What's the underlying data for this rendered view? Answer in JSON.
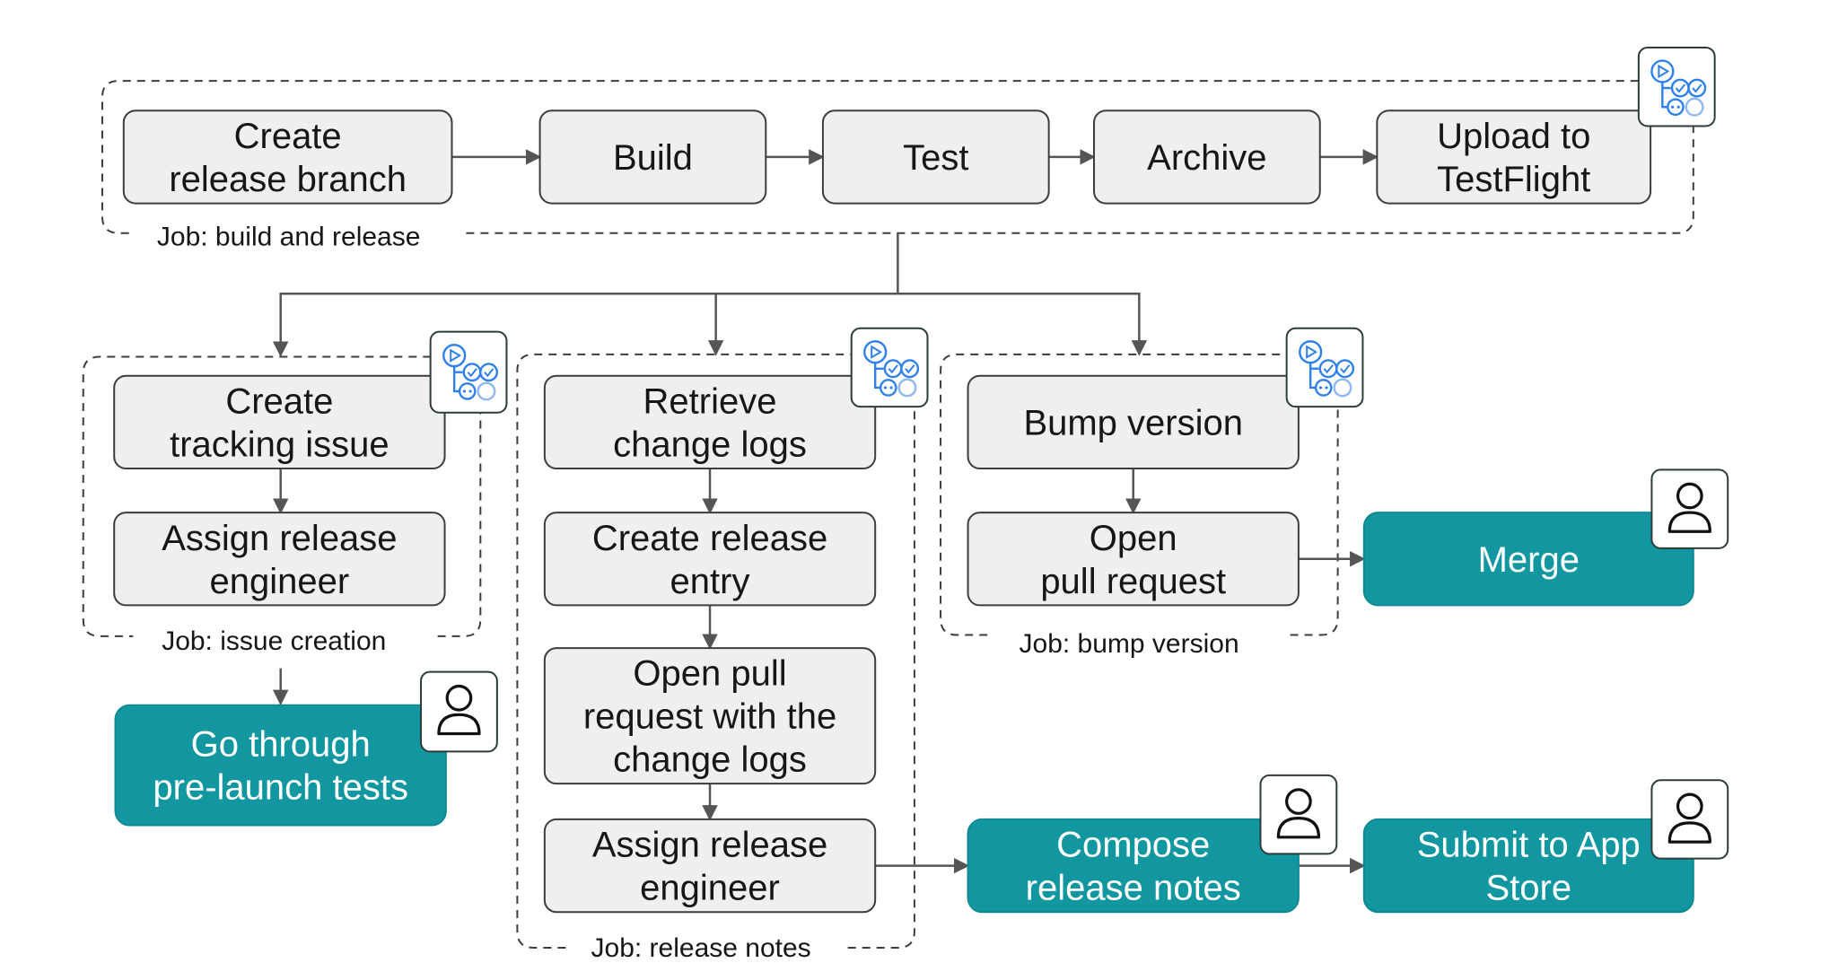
{
  "colors": {
    "step_fill": "#efefef",
    "manual_fill": "#12969f",
    "action_icon": "#2f80ed",
    "manual_icon": "#111111"
  },
  "jobs": [
    {
      "id": "build",
      "label": "Job: build and release"
    },
    {
      "id": "issue",
      "label": "Job: issue creation"
    },
    {
      "id": "notes",
      "label": "Job: release notes"
    },
    {
      "id": "bump",
      "label": "Job: bump version"
    }
  ],
  "steps": {
    "create_branch": {
      "lines": [
        "Create",
        "release branch"
      ],
      "kind": "automated",
      "badge": "github-actions-icon"
    },
    "build": {
      "lines": [
        "Build"
      ],
      "kind": "automated"
    },
    "test": {
      "lines": [
        "Test"
      ],
      "kind": "automated"
    },
    "archive": {
      "lines": [
        "Archive"
      ],
      "kind": "automated"
    },
    "upload": {
      "lines": [
        "Upload to",
        "TestFlight"
      ],
      "kind": "automated"
    },
    "tracking_issue": {
      "lines": [
        "Create",
        "tracking issue"
      ],
      "kind": "automated",
      "badge": "github-actions-icon"
    },
    "assign_engineer_1": {
      "lines": [
        "Assign release",
        "engineer"
      ],
      "kind": "automated"
    },
    "prelaunch_tests": {
      "lines": [
        "Go through",
        "pre-launch tests"
      ],
      "kind": "manual",
      "badge": "person-icon"
    },
    "retrieve_logs": {
      "lines": [
        "Retrieve",
        "change logs"
      ],
      "kind": "automated",
      "badge": "github-actions-icon"
    },
    "release_entry": {
      "lines": [
        "Create release",
        "entry"
      ],
      "kind": "automated"
    },
    "open_pr_logs": {
      "lines": [
        "Open pull",
        "request with the",
        "change logs"
      ],
      "kind": "automated"
    },
    "assign_engineer_2": {
      "lines": [
        "Assign release",
        "engineer"
      ],
      "kind": "automated"
    },
    "bump_version": {
      "lines": [
        "Bump version"
      ],
      "kind": "automated",
      "badge": "github-actions-icon"
    },
    "open_pr": {
      "lines": [
        "Open",
        "pull request"
      ],
      "kind": "automated"
    },
    "merge": {
      "lines": [
        "Merge"
      ],
      "kind": "manual",
      "badge": "person-icon"
    },
    "compose_notes": {
      "lines": [
        "Compose",
        "release notes"
      ],
      "kind": "manual",
      "badge": "person-icon"
    },
    "submit_store": {
      "lines": [
        "Submit to App",
        "Store"
      ],
      "kind": "manual",
      "badge": "person-icon"
    }
  },
  "edges": [
    [
      "create_branch",
      "build"
    ],
    [
      "build",
      "test"
    ],
    [
      "test",
      "archive"
    ],
    [
      "archive",
      "upload"
    ],
    [
      "build_job",
      "tracking_issue"
    ],
    [
      "build_job",
      "retrieve_logs"
    ],
    [
      "build_job",
      "bump_version"
    ],
    [
      "tracking_issue",
      "assign_engineer_1"
    ],
    [
      "issue_job",
      "prelaunch_tests"
    ],
    [
      "retrieve_logs",
      "release_entry"
    ],
    [
      "release_entry",
      "open_pr_logs"
    ],
    [
      "open_pr_logs",
      "assign_engineer_2"
    ],
    [
      "assign_engineer_2",
      "compose_notes"
    ],
    [
      "compose_notes",
      "submit_store"
    ],
    [
      "bump_version",
      "open_pr"
    ],
    [
      "open_pr",
      "merge"
    ]
  ]
}
